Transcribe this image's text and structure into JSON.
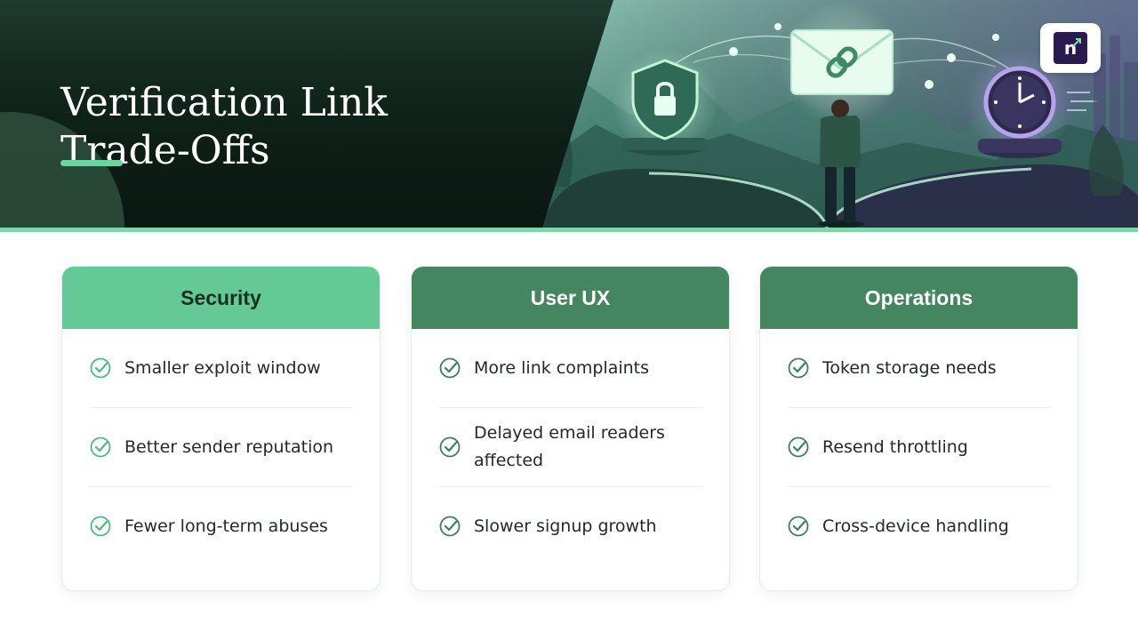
{
  "slide": {
    "title": "Verification Link\nTrade-Offs",
    "logo_icon": "brand-logo-icon",
    "logo_letter": "n",
    "accent_color": "#64c994",
    "accent_dark": "#43865f"
  },
  "cards": [
    {
      "title": "Security",
      "style": "light",
      "items": [
        "Smaller exploit window",
        "Better sender reputation",
        "Fewer long-term abuses"
      ]
    },
    {
      "title": "User UX",
      "style": "dark",
      "items": [
        "More link complaints",
        "Delayed email readers affected",
        "Slower signup growth"
      ]
    },
    {
      "title": "Operations",
      "style": "dark",
      "items": [
        "Token storage needs",
        "Resend throttling",
        "Cross-device handling"
      ]
    }
  ],
  "icons": {
    "item_icon": "check-circle-icon",
    "hero_icons": [
      "shield-lock-icon",
      "envelope-link-icon",
      "clock-icon",
      "person-figure"
    ]
  }
}
